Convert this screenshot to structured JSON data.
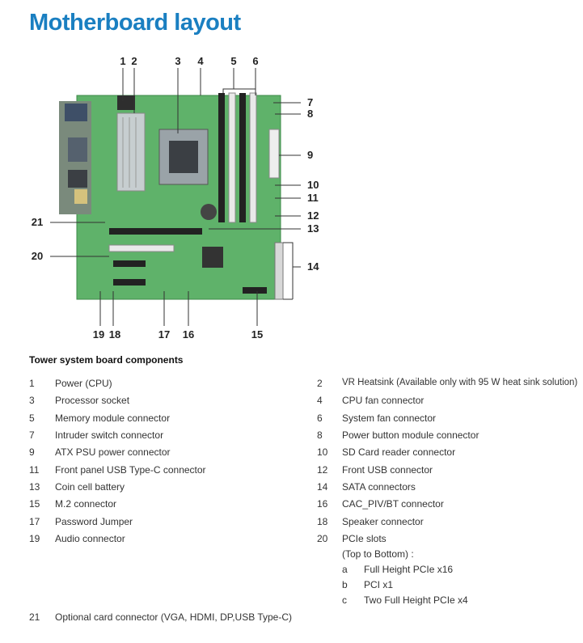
{
  "page": {
    "title": "Motherboard layout",
    "section_title": "Tower system board components"
  },
  "callouts": [
    "1",
    "2",
    "3",
    "4",
    "5",
    "6",
    "7",
    "8",
    "9",
    "10",
    "11",
    "12",
    "13",
    "14",
    "15",
    "16",
    "17",
    "18",
    "19",
    "20",
    "21"
  ],
  "components": [
    {
      "num": "1",
      "label": "Power (CPU)"
    },
    {
      "num": "2",
      "label": "VR Heatsink (Available only with 95 W heat sink solution)"
    },
    {
      "num": "3",
      "label": "Processor socket"
    },
    {
      "num": "4",
      "label": "CPU fan connector"
    },
    {
      "num": "5",
      "label": "Memory module connector"
    },
    {
      "num": "6",
      "label": "System fan connector"
    },
    {
      "num": "7",
      "label": "Intruder switch connector"
    },
    {
      "num": "8",
      "label": "Power button module connector"
    },
    {
      "num": "9",
      "label": "ATX PSU power connector"
    },
    {
      "num": "10",
      "label": "SD Card reader connector"
    },
    {
      "num": "11",
      "label": "Front panel USB Type-C connector"
    },
    {
      "num": "12",
      "label": "Front USB connector"
    },
    {
      "num": "13",
      "label": "Coin cell battery"
    },
    {
      "num": "14",
      "label": "SATA connectors"
    },
    {
      "num": "15",
      "label": "M.2 connector"
    },
    {
      "num": "16",
      "label": "CAC_PIV/BT connector"
    },
    {
      "num": "17",
      "label": "Password Jumper"
    },
    {
      "num": "18",
      "label": "Speaker connector"
    },
    {
      "num": "19",
      "label": "Audio connector"
    },
    {
      "num": "20",
      "label": "PCIe slots"
    },
    {
      "num": "21",
      "label": "Optional card connector (VGA, HDMI, DP,USB Type-C)"
    }
  ],
  "pcie_note": "(Top to Bottom) :",
  "pcie_slots": [
    {
      "letter": "a",
      "label": "Full Height PCIe x16"
    },
    {
      "letter": "b",
      "label": "PCI x1"
    },
    {
      "letter": "c",
      "label": "Two Full Height PCIe x4"
    }
  ]
}
